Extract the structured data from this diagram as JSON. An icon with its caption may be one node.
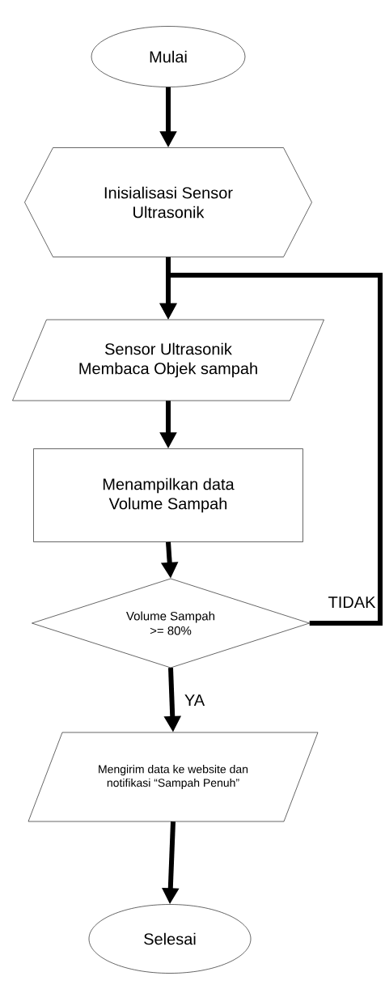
{
  "diagram": {
    "nodes": [
      {
        "text": [
          "Mulai"
        ]
      },
      {
        "text": [
          "Inisialisasi Sensor Ultrasonik"
        ]
      },
      {
        "text": [
          "Sensor Ultrasonik Membaca Objek sampah"
        ]
      },
      {
        "text": [
          "Menampilkan data Volume Sampah"
        ]
      },
      {
        "text": [
          "Volume Sampah >= 80%"
        ]
      },
      {
        "text": [
          "Mengirim data ke website dan notifikasi “Sampah Penuh”"
        ]
      },
      {
        "text": [
          "Selesai"
        ]
      }
    ],
    "edges": [
      {
        "from": 0,
        "to": 1,
        "arrow": "to"
      },
      {
        "from": 1,
        "to": 2,
        "arrow": "to"
      },
      {
        "from": 2,
        "to": 3,
        "arrow": "to"
      },
      {
        "from": 3,
        "to": 4,
        "arrow": "to"
      },
      {
        "from": 4,
        "to": 5,
        "arrow": "to",
        "label": "YA"
      },
      {
        "from": 4,
        "to": 2,
        "arrow": "to",
        "label": "TIDAK"
      },
      {
        "from": 5,
        "to": 6,
        "arrow": "to"
      }
    ]
  }
}
